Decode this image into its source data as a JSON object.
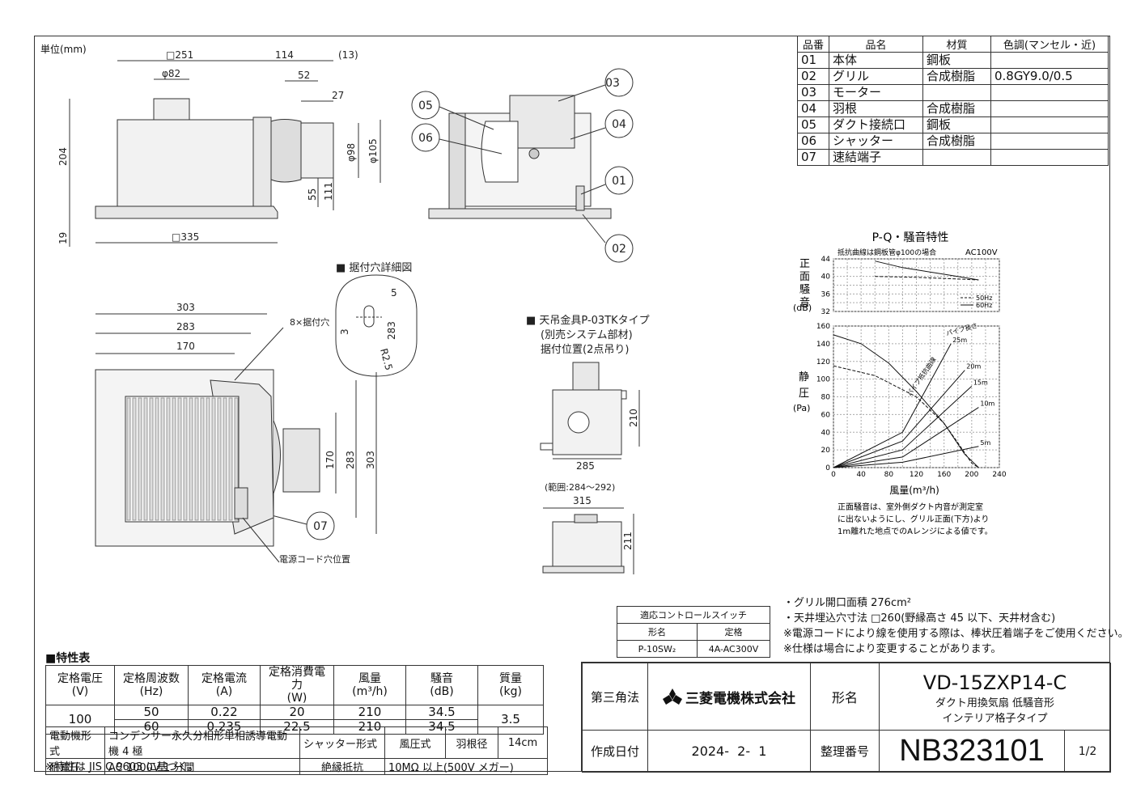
{
  "unit_label": "単位(mm)",
  "parts_table": {
    "headers": [
      "品番",
      "品名",
      "材質",
      "色調(マンセル・近)"
    ],
    "rows": [
      [
        "01",
        "本体",
        "鋼板",
        ""
      ],
      [
        "02",
        "グリル",
        "合成樹脂",
        "0.8GY9.0/0.5"
      ],
      [
        "03",
        "モーター",
        "",
        ""
      ],
      [
        "04",
        "羽根",
        "合成樹脂",
        ""
      ],
      [
        "05",
        "ダクト接続口",
        "鋼板",
        ""
      ],
      [
        "06",
        "シャッター",
        "合成樹脂",
        ""
      ],
      [
        "07",
        "速結端子",
        "",
        ""
      ]
    ]
  },
  "front_view_dims": {
    "d251": "□251",
    "d114": "114",
    "d13": "(13)",
    "d82": "φ82",
    "d52": "52",
    "d27": "27",
    "d204": "204",
    "d98": "φ98",
    "d105": "φ105",
    "d55": "55",
    "d111": "111",
    "d19": "19",
    "d335": "□335"
  },
  "bottom_view_dims": {
    "d303a": "303",
    "d283a": "283",
    "d170a": "170",
    "d170b": "170",
    "d283b": "283",
    "d303b": "303",
    "holes": "8×据付穴",
    "cord": "電源コード穴位置"
  },
  "hole_detail": {
    "title": "■ 据付穴詳細図",
    "d5": "5",
    "d3": "3",
    "d283": "283",
    "r": "R2.5"
  },
  "callouts": [
    "01",
    "02",
    "03",
    "04",
    "05",
    "06",
    "07"
  ],
  "hanger": {
    "title": "■ 天吊金具P-03TKタイプ",
    "sub1": "(別売システム部材)",
    "sub2": "据付位置(2点吊り)",
    "d210": "210",
    "d285": "285",
    "range": "(範囲:284～292)",
    "d315": "315",
    "d211": "211"
  },
  "pq_chart": {
    "title": "P-Q・騒音特性",
    "noise_note": "抵抗曲線は鋼板管φ100の場合",
    "voltage": "AC100V",
    "noise_label": [
      "正",
      "面",
      "騒",
      "音"
    ],
    "noise_unit": "(dB)",
    "noise_ticks": [
      "44",
      "40",
      "36",
      "32"
    ],
    "legend": [
      "50Hz",
      "60Hz"
    ],
    "pressure_label": [
      "静",
      "圧"
    ],
    "pressure_unit": "(Pa)",
    "pressure_ticks": [
      "160",
      "140",
      "120",
      "100",
      "80",
      "60",
      "40",
      "20",
      "0"
    ],
    "x_ticks": [
      "0",
      "40",
      "80",
      "120",
      "160",
      "200",
      "240"
    ],
    "xlabel": "風量(m³/h)",
    "pipe_label": "パイプ長さ",
    "resistance_label": "パイプ抵抗曲線",
    "pipe_lengths": [
      "25m",
      "20m",
      "15m",
      "10m",
      "5m"
    ],
    "footnote": [
      "正面騒音は、室外側ダクト内音が測定室",
      "に出ないようにし、グリル正面(下方)より",
      "1m離れた地点でのAレンジによる値です。"
    ]
  },
  "chart_data": {
    "type": "line",
    "title": "P-Q・騒音特性",
    "xlabel": "風量(m³/h)",
    "xlim": [
      0,
      240
    ],
    "noise": {
      "ylabel": "正面騒音(dB)",
      "ylim": [
        32,
        44
      ],
      "series": [
        {
          "name": "50Hz",
          "x": [
            60,
            120,
            180,
            210
          ],
          "y": [
            40,
            39.8,
            39.4,
            39.2
          ]
        },
        {
          "name": "60Hz",
          "x": [
            60,
            100,
            160,
            210
          ],
          "y": [
            43.5,
            42,
            40.5,
            39.2
          ]
        }
      ]
    },
    "pressure": {
      "ylabel": "静圧(Pa)",
      "ylim": [
        0,
        160
      ],
      "series": [
        {
          "name": "50Hz",
          "x": [
            0,
            60,
            120,
            160,
            180,
            200,
            210
          ],
          "y": [
            115,
            104,
            80,
            50,
            28,
            5,
            0
          ]
        },
        {
          "name": "60Hz",
          "x": [
            0,
            40,
            80,
            120,
            160,
            190,
            210
          ],
          "y": [
            150,
            140,
            118,
            86,
            50,
            15,
            0
          ]
        },
        {
          "name": "5m",
          "x": [
            0,
            100,
            210
          ],
          "y": [
            0,
            6,
            24
          ]
        },
        {
          "name": "10m",
          "x": [
            0,
            100,
            210
          ],
          "y": [
            0,
            12,
            68
          ]
        },
        {
          "name": "15m",
          "x": [
            0,
            100,
            200
          ],
          "y": [
            0,
            20,
            92
          ]
        },
        {
          "name": "20m",
          "x": [
            0,
            100,
            190
          ],
          "y": [
            0,
            30,
            110
          ]
        },
        {
          "name": "25m",
          "x": [
            0,
            100,
            170
          ],
          "y": [
            0,
            40,
            140
          ]
        }
      ]
    }
  },
  "switch_table": {
    "title": "適応コントロールスイッチ",
    "headers": [
      "形名",
      "定格"
    ],
    "row": [
      "P-10SW₂",
      "4A-AC300V"
    ]
  },
  "notes": [
    "・グリル開口面積  276cm²",
    "・天井埋込穴寸法  □260(野縁高さ 45 以下、天井材含む)",
    "※電源コードにより線を使用する際は、棒状圧着端子をご使用ください。",
    "※仕様は場合により変更することがあります。"
  ],
  "spec_table": {
    "title": "■特性表",
    "headers": [
      [
        "定格電圧",
        "(V)"
      ],
      [
        "定格周波数",
        "(Hz)"
      ],
      [
        "定格電流",
        "(A)"
      ],
      [
        "定格消費電力",
        "(W)"
      ],
      [
        "風量",
        "(m³/h)"
      ],
      [
        "騒音",
        "(dB)"
      ],
      [
        "質量",
        "(kg)"
      ]
    ],
    "voltage": "100",
    "mass": "3.5",
    "rows": [
      [
        "50",
        "0.22",
        "20",
        "210",
        "34.5"
      ],
      [
        "60",
        "0.235",
        "22.5",
        "210",
        "34.5"
      ]
    ],
    "motor_label": "電動機形式",
    "motor": "コンデンサー永久分相形単相誘導電動機 4 極",
    "shutter_label": "シャッター形式",
    "shutter": "風圧式",
    "blade_label": "羽根径",
    "blade": "14cm",
    "voltage_label": "耐電圧",
    "withstand": "AC 1000V 1 分間",
    "insul_label": "絶縁抵抗",
    "insul": "10MΩ 以上(500V メガー)",
    "footnote": "※特性は  JIS  C  9603  に基づく。"
  },
  "title_block": {
    "angle": "第三角法",
    "company": "三菱電機株式会社",
    "model_label": "形名",
    "model": "VD-15ZXP14-C",
    "desc1": "ダクト用換気扇  低騒音形",
    "desc2": "インテリア格子タイプ",
    "date_label": "作成日付",
    "date": "2024-  2-  1",
    "number_label": "整理番号",
    "number": "NB323101",
    "page": "1/2"
  }
}
